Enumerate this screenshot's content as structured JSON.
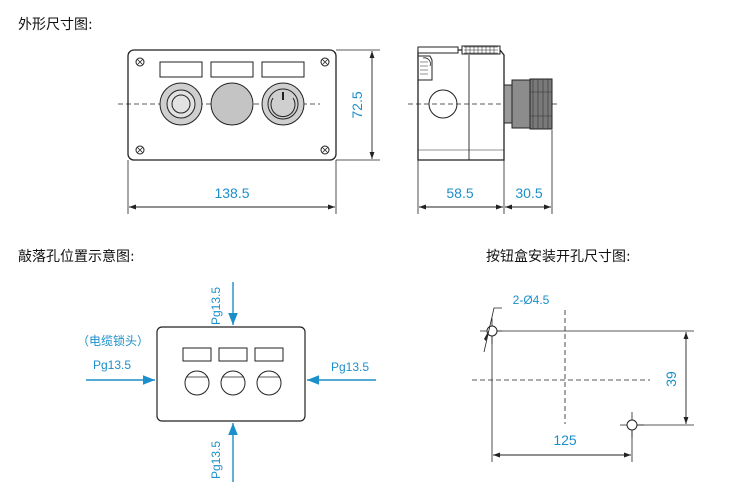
{
  "headings": {
    "outline": "外形尺寸图:",
    "knockout": "敲落孔位置示意图:",
    "mounting": "按钮盒安装开孔尺寸图:"
  },
  "dimensions": {
    "width": "138.5",
    "height": "72.5",
    "depth_body": "58.5",
    "depth_button": "30.5",
    "hole_spacing_x": "125",
    "hole_spacing_y": "39",
    "hole_spec": "2-Ø4.5"
  },
  "knockouts": {
    "top": "Pg13.5",
    "bottom": "Pg13.5",
    "left": "Pg13.5",
    "right": "Pg13.5",
    "cable_gland_note": "（电缆锁头）"
  },
  "colors": {
    "dimension": "#1b8fc9",
    "line": "#222222",
    "button_fill": "#c8c8c8"
  }
}
